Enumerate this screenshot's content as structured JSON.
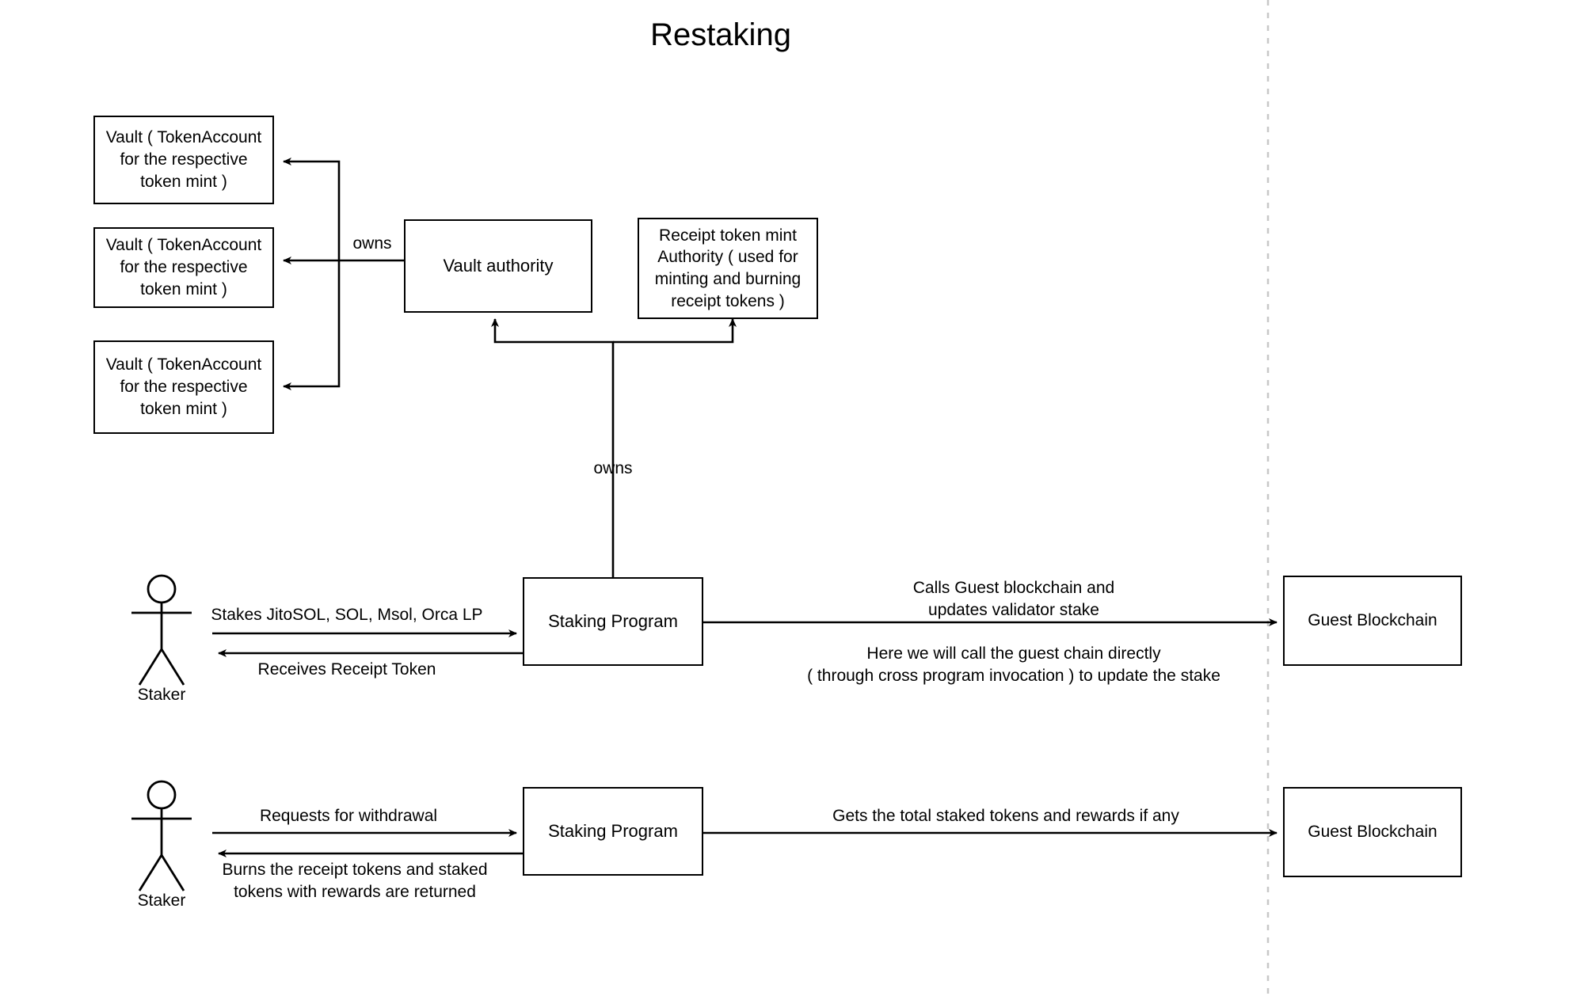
{
  "diagram": {
    "title": "Restaking",
    "background": "#ffffff",
    "stroke": "#000000",
    "divider_color": "#c8c8c8"
  },
  "vaults": [
    {
      "id": "vault-1",
      "label": "Vault ( TokenAccount\nfor the respective\ntoken mint )"
    },
    {
      "id": "vault-2",
      "label": "Vault ( TokenAccount\nfor the respective\ntoken mint )"
    },
    {
      "id": "vault-3",
      "label": "Vault ( TokenAccount\nfor the respective\ntoken mint )"
    }
  ],
  "authorities": {
    "vault_authority": "Vault authority",
    "receipt_authority": "Receipt token mint\nAuthority ( used for\nminting and burning\nreceipt tokens )"
  },
  "edge_labels": {
    "owns_vaults": "owns",
    "owns_authorities": "owns"
  },
  "flow_stake": {
    "actor": "Staker",
    "program": "Staking Program",
    "guest_chain": "Guest Blockchain",
    "request": "Stakes JitoSOL, SOL, Msol, Orca LP",
    "response": "Receives Receipt Token",
    "right_top": "Calls Guest blockchain and\nupdates validator stake",
    "right_bottom": "Here we will call the guest chain directly\n( through cross program invocation ) to update the stake"
  },
  "flow_withdraw": {
    "actor": "Staker",
    "program": "Staking Program",
    "guest_chain": "Guest Blockchain",
    "request": "Requests for withdrawal",
    "response": "Burns the receipt tokens and staked\ntokens with rewards are returned",
    "right_top": "Gets the total staked tokens and rewards if any"
  }
}
